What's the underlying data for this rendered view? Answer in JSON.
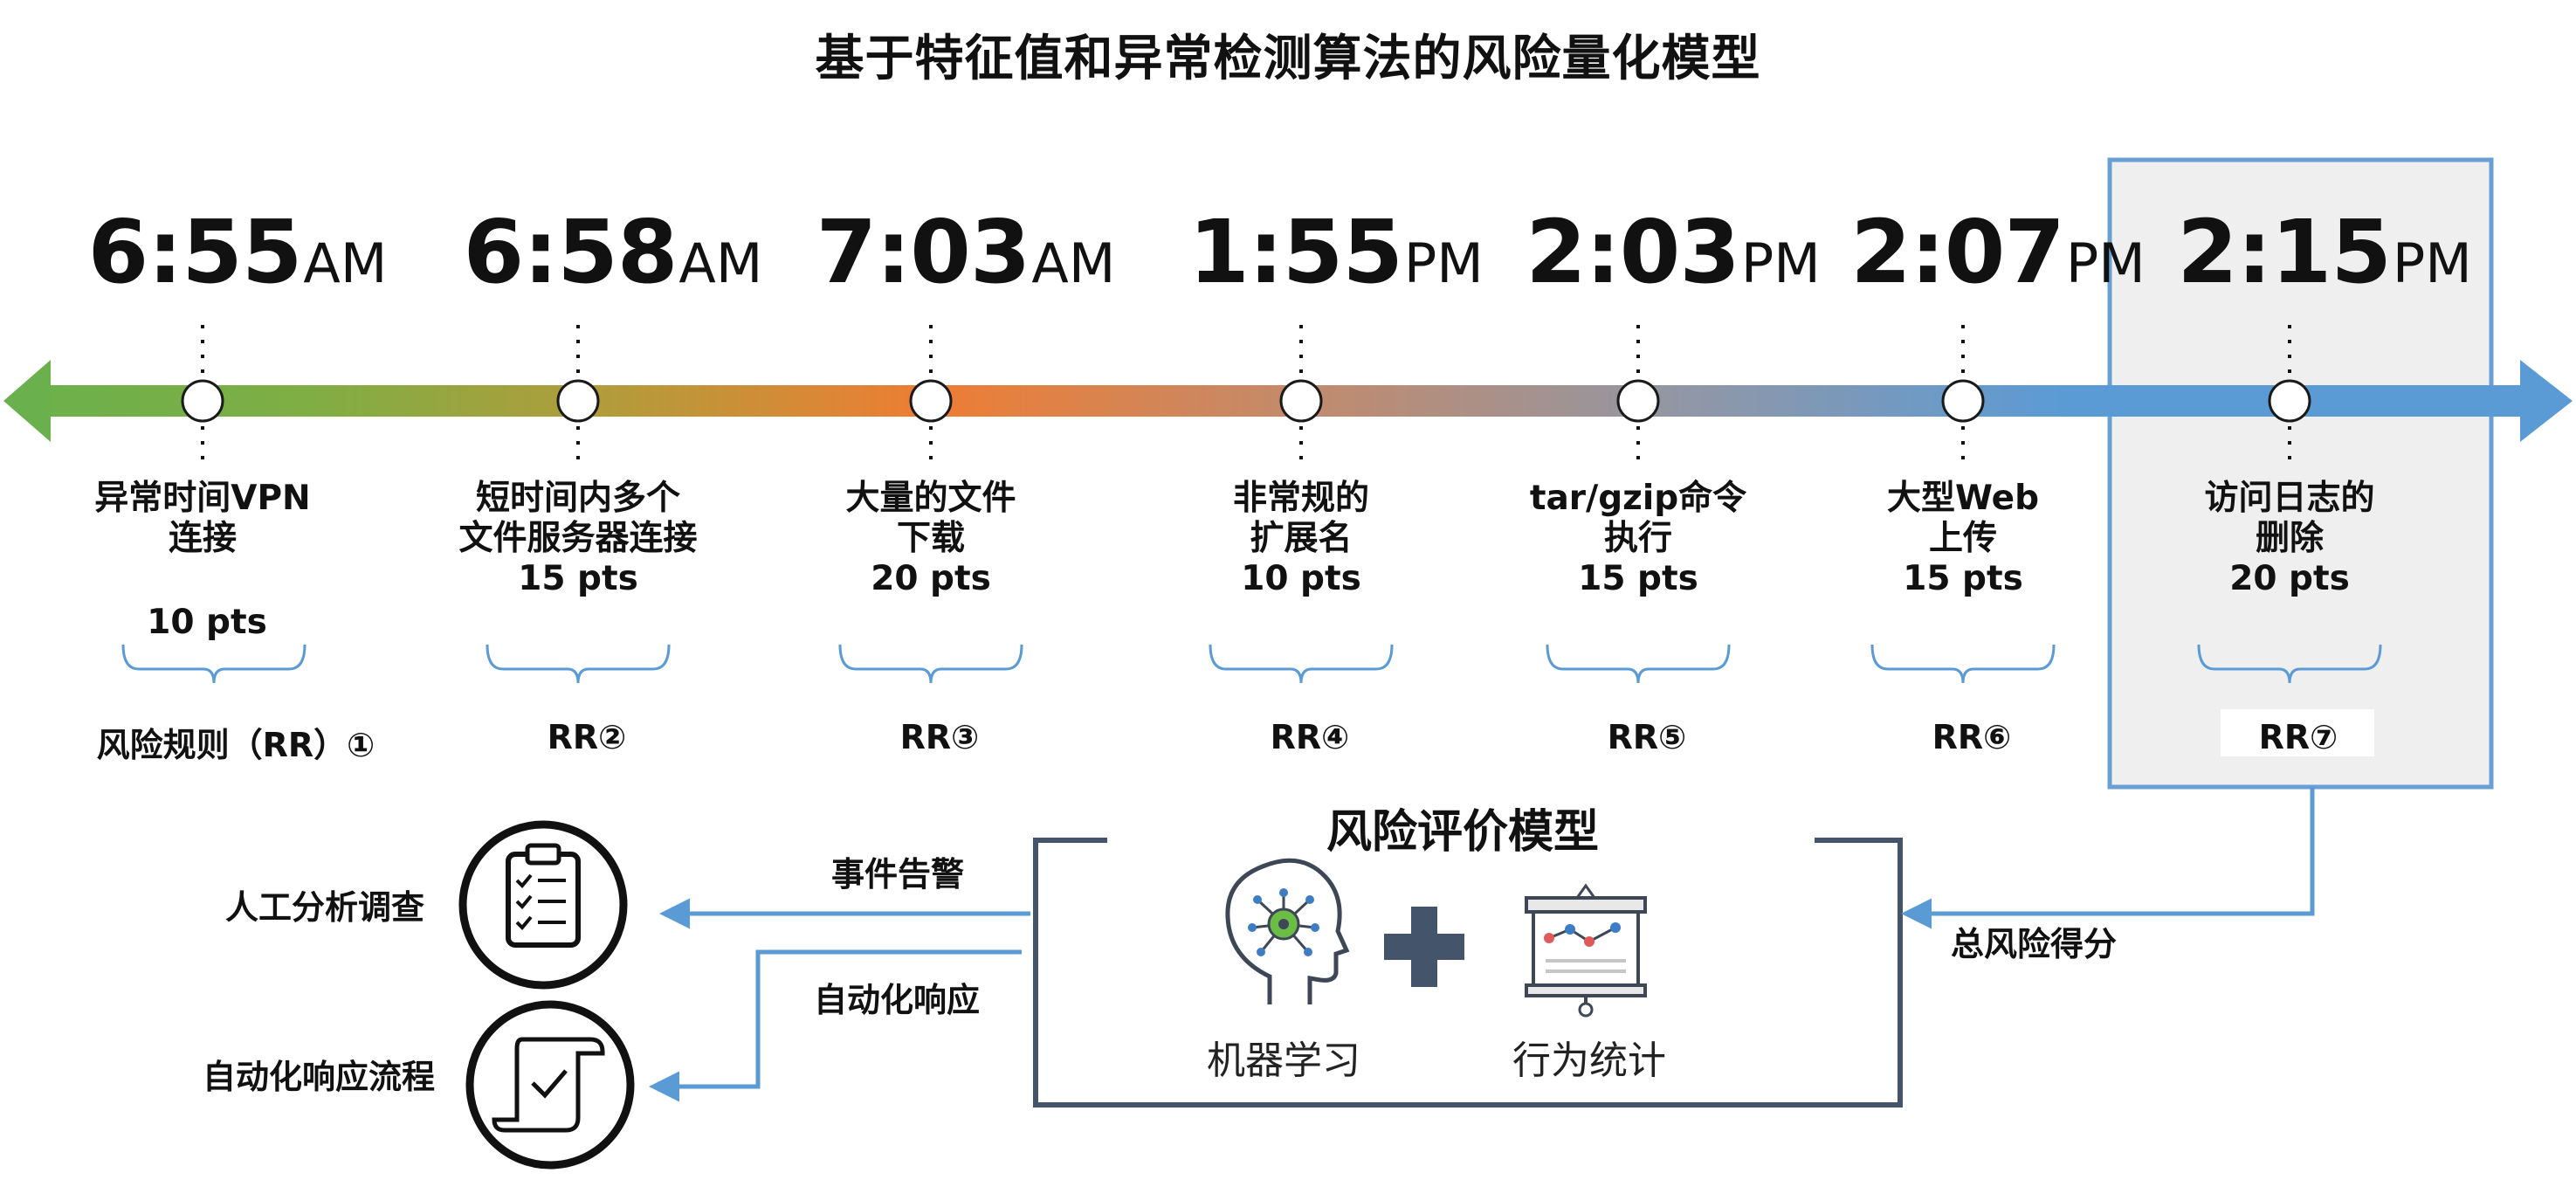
{
  "title": "基于特征值和异常检测算法的风险量化模型",
  "timeline": [
    {
      "time": "6:55",
      "period": "AM",
      "lines": [
        "异常时间VPN",
        "连接"
      ],
      "pts": "10 pts",
      "rr": "风险规则（RR）①"
    },
    {
      "time": "6:58",
      "period": "AM",
      "lines": [
        "短时间内多个",
        "文件服务器连接",
        "15 pts"
      ],
      "rr": "RR②"
    },
    {
      "time": "7:03",
      "period": "AM",
      "lines": [
        "大量的文件",
        "下载",
        "20 pts"
      ],
      "rr": "RR③"
    },
    {
      "time": "1:55",
      "period": "PM",
      "lines": [
        "非常规的",
        "扩展名",
        "10 pts"
      ],
      "rr": "RR④"
    },
    {
      "time": "2:03",
      "period": "PM",
      "lines": [
        "tar/gzip命令",
        "执行",
        "15 pts"
      ],
      "rr": "RR⑤"
    },
    {
      "time": "2:07",
      "period": "PM",
      "lines": [
        "大型Web",
        "上传",
        "15 pts"
      ],
      "rr": "RR⑥"
    },
    {
      "time": "2:15",
      "period": "PM",
      "lines": [
        "访问日志的",
        "删除",
        "20 pts"
      ],
      "rr": "RR⑦"
    }
  ],
  "model": {
    "title": "风险评价模型",
    "ml_label": "机器学习",
    "stats_label": "行为统计"
  },
  "flows": {
    "total_score": "总风险得分",
    "event_alert": "事件告警",
    "auto_response": "自动化响应"
  },
  "outcomes": {
    "manual": "人工分析调查",
    "auto_flow": "自动化响应流程"
  },
  "colors": {
    "gradient_green": "#6ab04c",
    "gradient_orange": "#ee7d33",
    "gradient_blue": "#5b9bd5",
    "highlight_fill": "#efefef",
    "highlight_border": "#6a9fd4",
    "model_border": "#44546a",
    "plus": "#44546a"
  }
}
